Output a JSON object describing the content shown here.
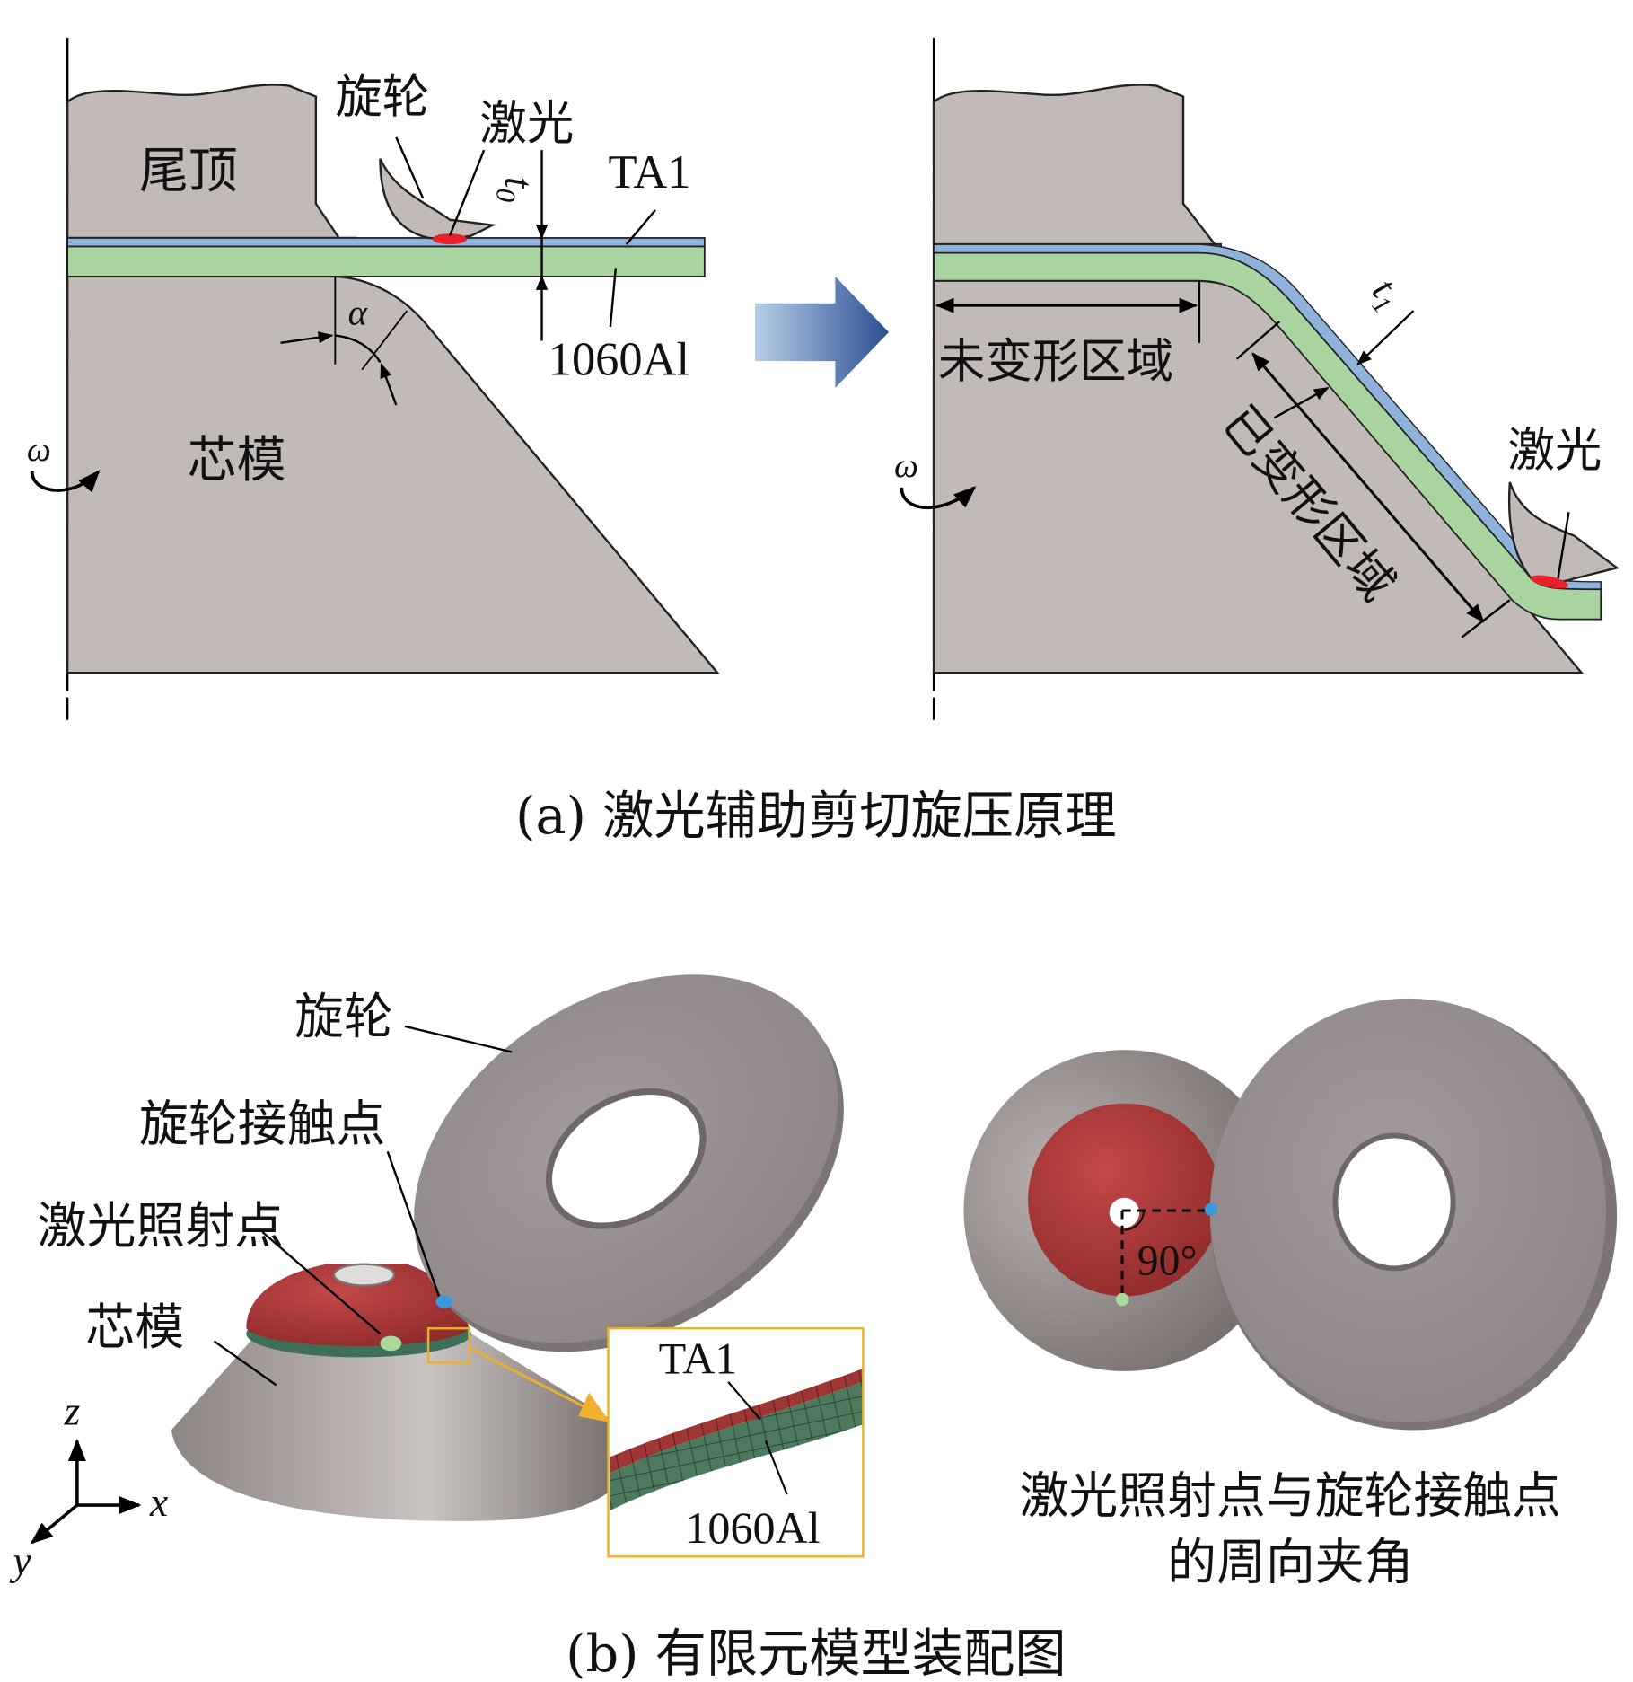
{
  "panel_a": {
    "caption": "(a) 激光辅助剪切旋压原理",
    "left": {
      "tailstock": "尾顶",
      "roller": "旋轮",
      "laser": "激光",
      "thickness_symbol": "t",
      "thickness_sub": "0",
      "layer_top": "TA1",
      "layer_bottom": "1060Al",
      "angle_symbol": "α",
      "mandrel": "芯模",
      "omega": "ω"
    },
    "right": {
      "undeformed_zone": "未变形区域",
      "deformed_zone": "已变形区域",
      "thickness_symbol": "t",
      "thickness_sub": "1",
      "laser": "激光",
      "omega": "ω"
    },
    "arrow_color_start": "#a9c4e4",
    "arrow_color_end": "#2e5597"
  },
  "panel_b": {
    "caption": "(b) 有限元模型装配图",
    "left": {
      "roller": "旋轮",
      "roller_contact_point": "旋轮接触点",
      "laser_irradiation_point": "激光照射点",
      "mandrel": "芯模",
      "inset_top": "TA1",
      "inset_bottom": "1060Al",
      "axis_z": "z",
      "axis_x": "x",
      "axis_y": "y"
    },
    "right": {
      "angle_label": "90°",
      "caption_line1": "激光照射点与旋轮接触点",
      "caption_line2": "的周向夹角"
    }
  },
  "colors": {
    "mandrel_gray": "#c2bab7",
    "ta1_blue": "#8fb2db",
    "al_green": "#a9d4a0",
    "laser_red": "#e8202a",
    "contact_blue": "#3a9ad9",
    "laser_point_green": "#a8d89c",
    "inset_border": "#e8b030",
    "workpiece_red": "#b03a3a"
  }
}
